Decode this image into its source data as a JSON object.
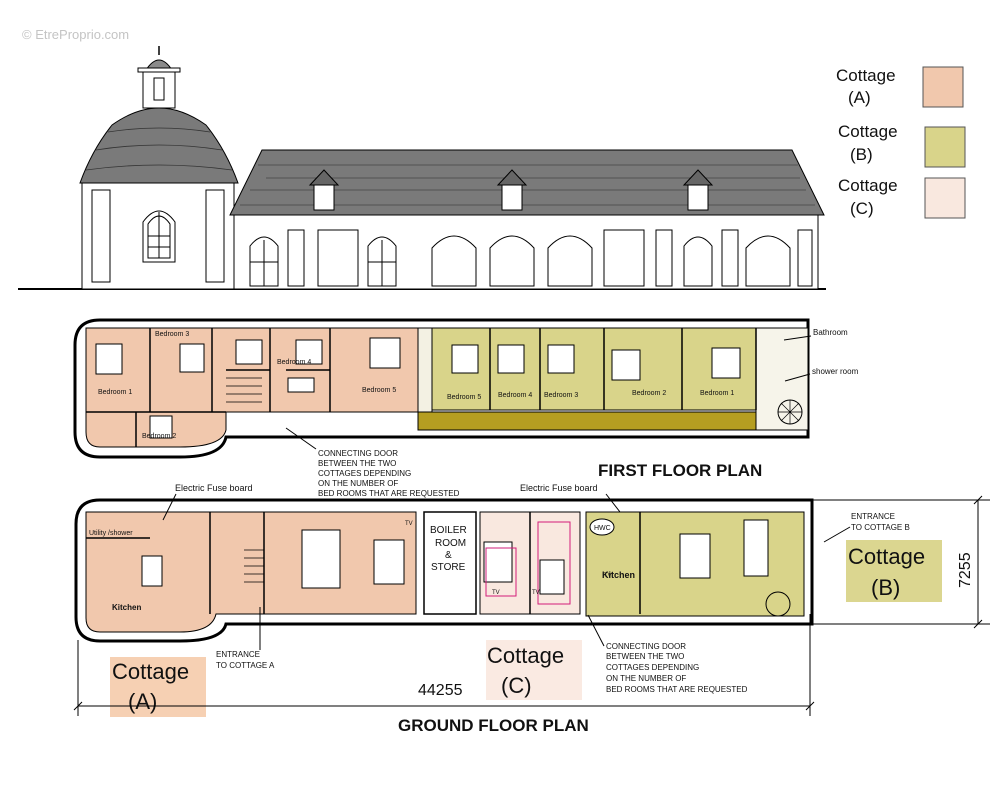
{
  "watermark": "© EtreProprio.com",
  "legend": [
    {
      "line1": "Cottage",
      "line2": "(A)",
      "color": "#f1c8ad"
    },
    {
      "line1": "Cottage",
      "line2": "(B)",
      "color": "#d9d48a"
    },
    {
      "line1": "Cottage",
      "line2": "(C)",
      "color": "#f9e8df"
    }
  ],
  "first_floor": {
    "title": "FIRST  FLOOR PLAN",
    "rooms_a": [
      "Bedroom 3",
      "Bedroom 4",
      "Bedroom 1",
      "Bedroom 5",
      "Bedroom 2"
    ],
    "rooms_b": [
      "Bedroom 5",
      "Bedroom 4",
      "Bedroom 3",
      "Bedroom 2",
      "Bedroom 1"
    ],
    "bathroom": "Bathroom",
    "shower_room": "shower room",
    "connecting_note": [
      "CONNECTING DOOR",
      "BETWEEN THE TWO",
      "COTTAGES DEPENDING",
      "ON THE NUMBER OF",
      "BED ROOMS THAT ARE REQUESTED"
    ]
  },
  "ground_floor": {
    "title": "GROUND FLOOR PLAN",
    "fuse_a": "Electric Fuse board",
    "fuse_b": "Electric Fuse board",
    "utility": "Utility /shower",
    "kitchen_a": "Kitchen",
    "kitchen_b": "Kitchen",
    "boiler": [
      "BOILER",
      "ROOM",
      "&",
      "STORE"
    ],
    "hwc": "HWC",
    "tv": "TV",
    "entrance_a": [
      "ENTRANCE",
      "TO COTTAGE A"
    ],
    "entrance_b": [
      "ENTRANCE",
      "TO COTTAGE B"
    ],
    "connecting_note": [
      "CONNECTING DOOR",
      "BETWEEN THE TWO",
      "COTTAGES DEPENDING",
      "ON THE NUMBER OF",
      "BED ROOMS THAT ARE REQUESTED"
    ],
    "label_a": [
      "Cottage",
      "(A)"
    ],
    "label_b": [
      "Cottage",
      "(B)"
    ],
    "label_c": [
      "Cottage",
      "(C)"
    ],
    "dim_length": "44255",
    "dim_width": "7255"
  },
  "colors": {
    "cottage_a": "#f1c8ad",
    "cottage_b": "#d9d48a",
    "cottage_c": "#f9e8df",
    "corridor_b": "#b59e21",
    "roof": "#7a7a7a"
  }
}
